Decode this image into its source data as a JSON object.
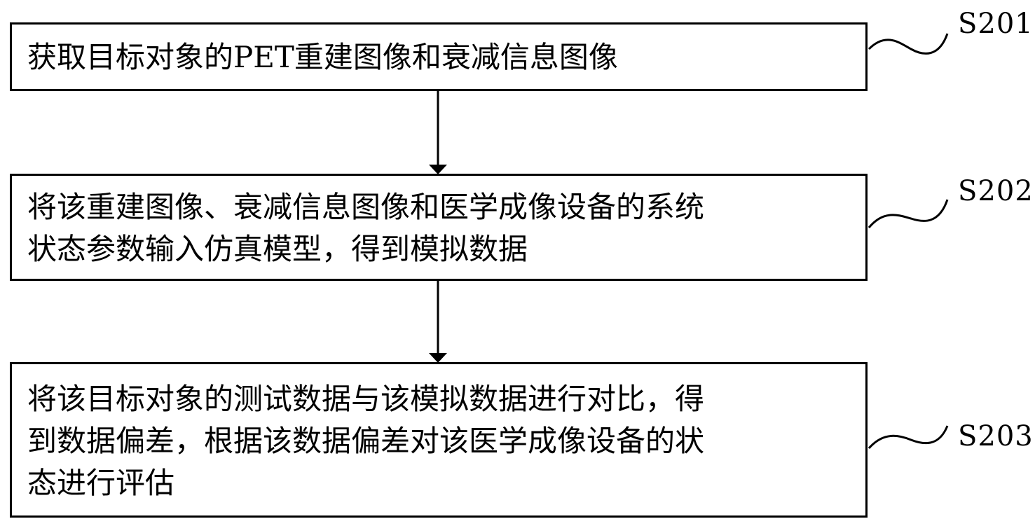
{
  "steps": [
    {
      "id": "S201",
      "label": "S201",
      "text": "获取目标对象的PET重建图像和衰减信息图像"
    },
    {
      "id": "S202",
      "label": "S202",
      "text": "将该重建图像、衰减信息图像和医学成像设备的系统\n状态参数输入仿真模型，得到模拟数据"
    },
    {
      "id": "S203",
      "label": "S203",
      "text": "将该目标对象的测试数据与该模拟数据进行对比，得\n到数据偏差，根据该数据偏差对该医学成像设备的状\n态进行评估"
    }
  ],
  "colors": {
    "stroke": "#000000",
    "background": "#ffffff"
  }
}
